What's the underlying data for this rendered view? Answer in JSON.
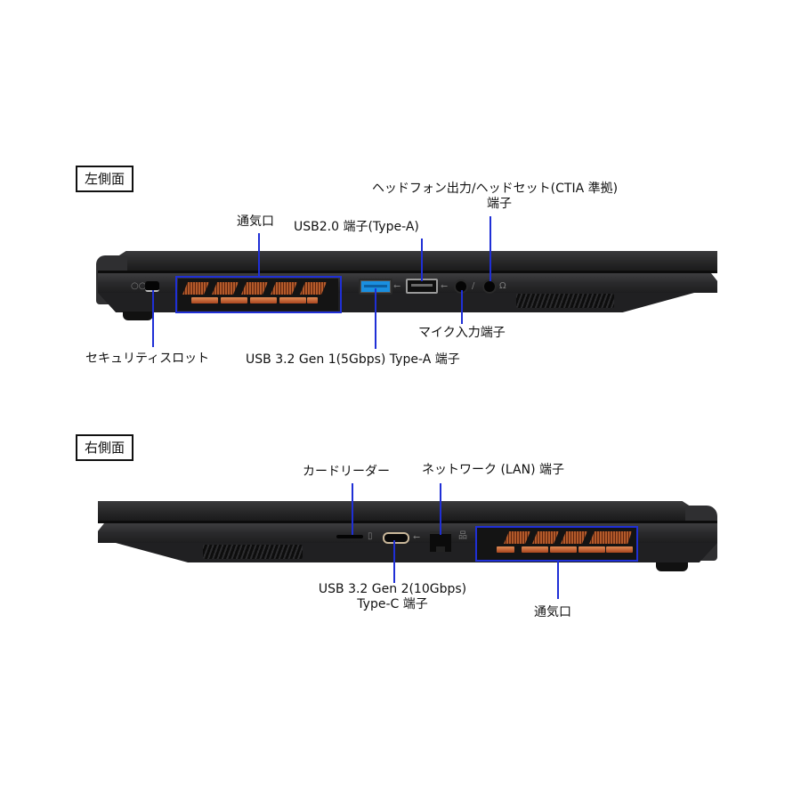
{
  "left_side": {
    "tag": "左側面",
    "labels": {
      "vent": "通気口",
      "usb2": "USB2.0 端子(Type-A)",
      "headphone_line1": "ヘッドフォン出力/ヘッドセット(CTIA 準拠)",
      "headphone_line2": "端子",
      "mic": "マイク入力端子",
      "security": "セキュリティスロット",
      "usb3": "USB 3.2 Gen 1(5Gbps) Type-A 端子"
    },
    "port_icons": {
      "lock": "lock-icon",
      "usb": "usb-icon",
      "mic": "microphone-icon",
      "headphone": "headphone-icon"
    }
  },
  "right_side": {
    "tag": "右側面",
    "labels": {
      "card_reader": "カードリーダー",
      "lan": "ネットワーク (LAN) 端子",
      "usbc_line1": "USB 3.2 Gen 2(10Gbps)",
      "usbc_line2": "Type-C 端子",
      "vent": "通気口"
    },
    "port_icons": {
      "sd": "sd-card-icon",
      "usb": "usb-icon",
      "lan": "network-icon"
    }
  },
  "colors": {
    "callout_line": "#1f2fd6",
    "usb3_port": "#1a8fe0",
    "vent_copper": "#c0622f",
    "chassis": "#2b2b2d"
  },
  "glyphs": {
    "usb": "⭠",
    "mic": "/",
    "headphone": "Ω",
    "sd": "▯",
    "lan": "品",
    "lock": "○○"
  }
}
